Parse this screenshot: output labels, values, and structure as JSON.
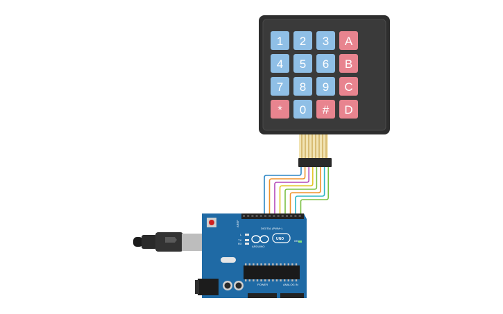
{
  "keypad": {
    "rows": [
      [
        {
          "label": "1",
          "color": "#8fbfe6"
        },
        {
          "label": "2",
          "color": "#8fbfe6"
        },
        {
          "label": "3",
          "color": "#8fbfe6"
        },
        {
          "label": "A",
          "color": "#e8848f"
        }
      ],
      [
        {
          "label": "4",
          "color": "#8fbfe6"
        },
        {
          "label": "5",
          "color": "#8fbfe6"
        },
        {
          "label": "6",
          "color": "#8fbfe6"
        },
        {
          "label": "B",
          "color": "#e8848f"
        }
      ],
      [
        {
          "label": "7",
          "color": "#8fbfe6"
        },
        {
          "label": "8",
          "color": "#8fbfe6"
        },
        {
          "label": "9",
          "color": "#8fbfe6"
        },
        {
          "label": "C",
          "color": "#e8848f"
        }
      ],
      [
        {
          "label": "*",
          "color": "#e8848f"
        },
        {
          "label": "0",
          "color": "#8fbfe6"
        },
        {
          "label": "#",
          "color": "#e8848f"
        },
        {
          "label": "D",
          "color": "#e8848f"
        }
      ]
    ]
  },
  "wire_colors": [
    "#2b86c5",
    "#f0932b",
    "#b347b8",
    "#e3c72a",
    "#7bc043",
    "#f0932b",
    "#2bb5c5",
    "#7bc043"
  ],
  "arduino": {
    "board_color": "#1f6aa5",
    "label_digital": "DIGITAL (PWM~)",
    "label_uno": "UNO",
    "label_brand": "ARDUINO",
    "label_power": "POWER",
    "label_analog": "ANALOG IN",
    "label_on": "ON",
    "label_tx": "TX",
    "label_rx": "RX",
    "label_l": "L",
    "label_aref": "AREF",
    "label_gnd": "GND"
  }
}
